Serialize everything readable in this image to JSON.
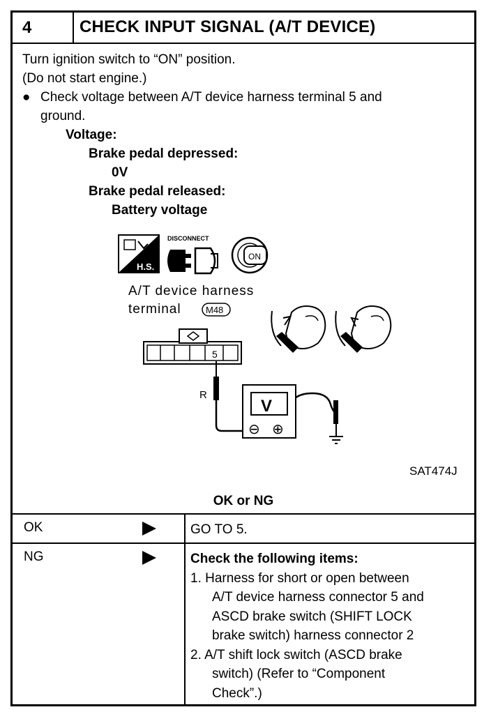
{
  "header": {
    "number": "4",
    "title": "CHECK INPUT SIGNAL (A/T DEVICE)"
  },
  "procedure": {
    "line1": "Turn ignition switch to “ON” position.",
    "line2": "(Do not start engine.)",
    "bullet_line1": "Check voltage between A/T device harness terminal 5 and",
    "bullet_line2": "ground.",
    "voltage_label": "Voltage:",
    "depressed_label": "Brake pedal depressed:",
    "depressed_value": "0V",
    "released_label": "Brake pedal released:",
    "released_value": "Battery voltage"
  },
  "figure": {
    "disconnect_label": "DISCONNECT",
    "hs_label": "H.S.",
    "on_label": "ON",
    "harness_label_1": "A/T device harness",
    "harness_label_2": "terminal",
    "connector_id": "M48",
    "terminal_number": "5",
    "wire_color": "R",
    "meter_symbol": "V",
    "minus": "⊖",
    "plus": "⊕",
    "figure_code": "SAT474J"
  },
  "decision": {
    "label": "OK or NG"
  },
  "results": {
    "ok": {
      "label": "OK",
      "action": "GO TO 5."
    },
    "ng": {
      "label": "NG",
      "heading": "Check the following items:",
      "item1_l1": "1.  Harness for short or open between",
      "item1_l2": "A/T device harness connector 5 and",
      "item1_l3": "ASCD brake switch (SHIFT LOCK",
      "item1_l4": "brake switch) harness connector 2",
      "item2_l1": "2.  A/T shift lock switch (ASCD brake",
      "item2_l2": "switch) (Refer to “Component",
      "item2_l3": "Check”.)"
    }
  }
}
